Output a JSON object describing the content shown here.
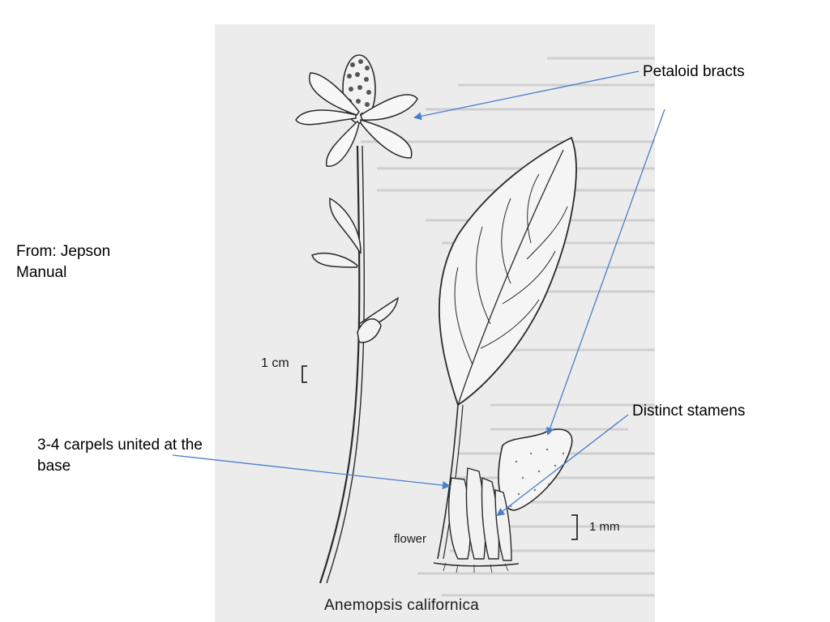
{
  "slide": {
    "source_line1": "From:  Jepson",
    "source_line2": "Manual",
    "labels": {
      "petaloid_bracts": "Petaloid bracts",
      "distinct_stamens": "Distinct stamens",
      "carpels_line1": "3-4 carpels united at the",
      "carpels_line2": "base"
    }
  },
  "illustration": {
    "scale_cm": "1 cm",
    "scale_mm": "1 mm",
    "flower_label": "flower",
    "species": "Anemopsis  californica"
  },
  "colors": {
    "arrow": "#4a7ec9",
    "plate_bg": "#ececec",
    "ink": "#2a2a2a",
    "ghost_text": "#b8b8b8"
  }
}
